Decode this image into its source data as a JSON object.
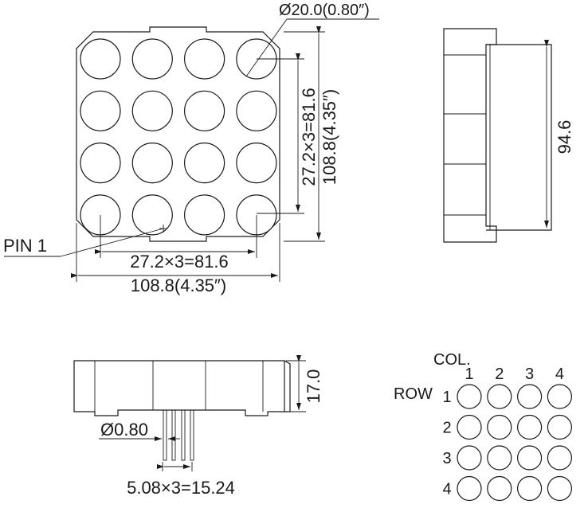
{
  "labels": {
    "diameter_top": "Ø20.0(0.80″)",
    "pitch_vertical": "27.2×3=81.6",
    "height_total": "108.8(4.35″)",
    "pin1": "PIN 1",
    "pitch_horizontal": "27.2×3=81.6",
    "width_total": "108.8(4.35″)",
    "side_height": "94.6",
    "depth": "17.0",
    "pin_diameter": "Ø0.80",
    "pin_pitch": "5.08×3=15.24"
  },
  "matrix": {
    "col_title": "COL.",
    "row_title": "ROW",
    "cols": [
      "1",
      "2",
      "3",
      "4"
    ],
    "rows": [
      "1",
      "2",
      "3",
      "4"
    ]
  },
  "front_view": {
    "rows": 4,
    "cols": 4
  }
}
